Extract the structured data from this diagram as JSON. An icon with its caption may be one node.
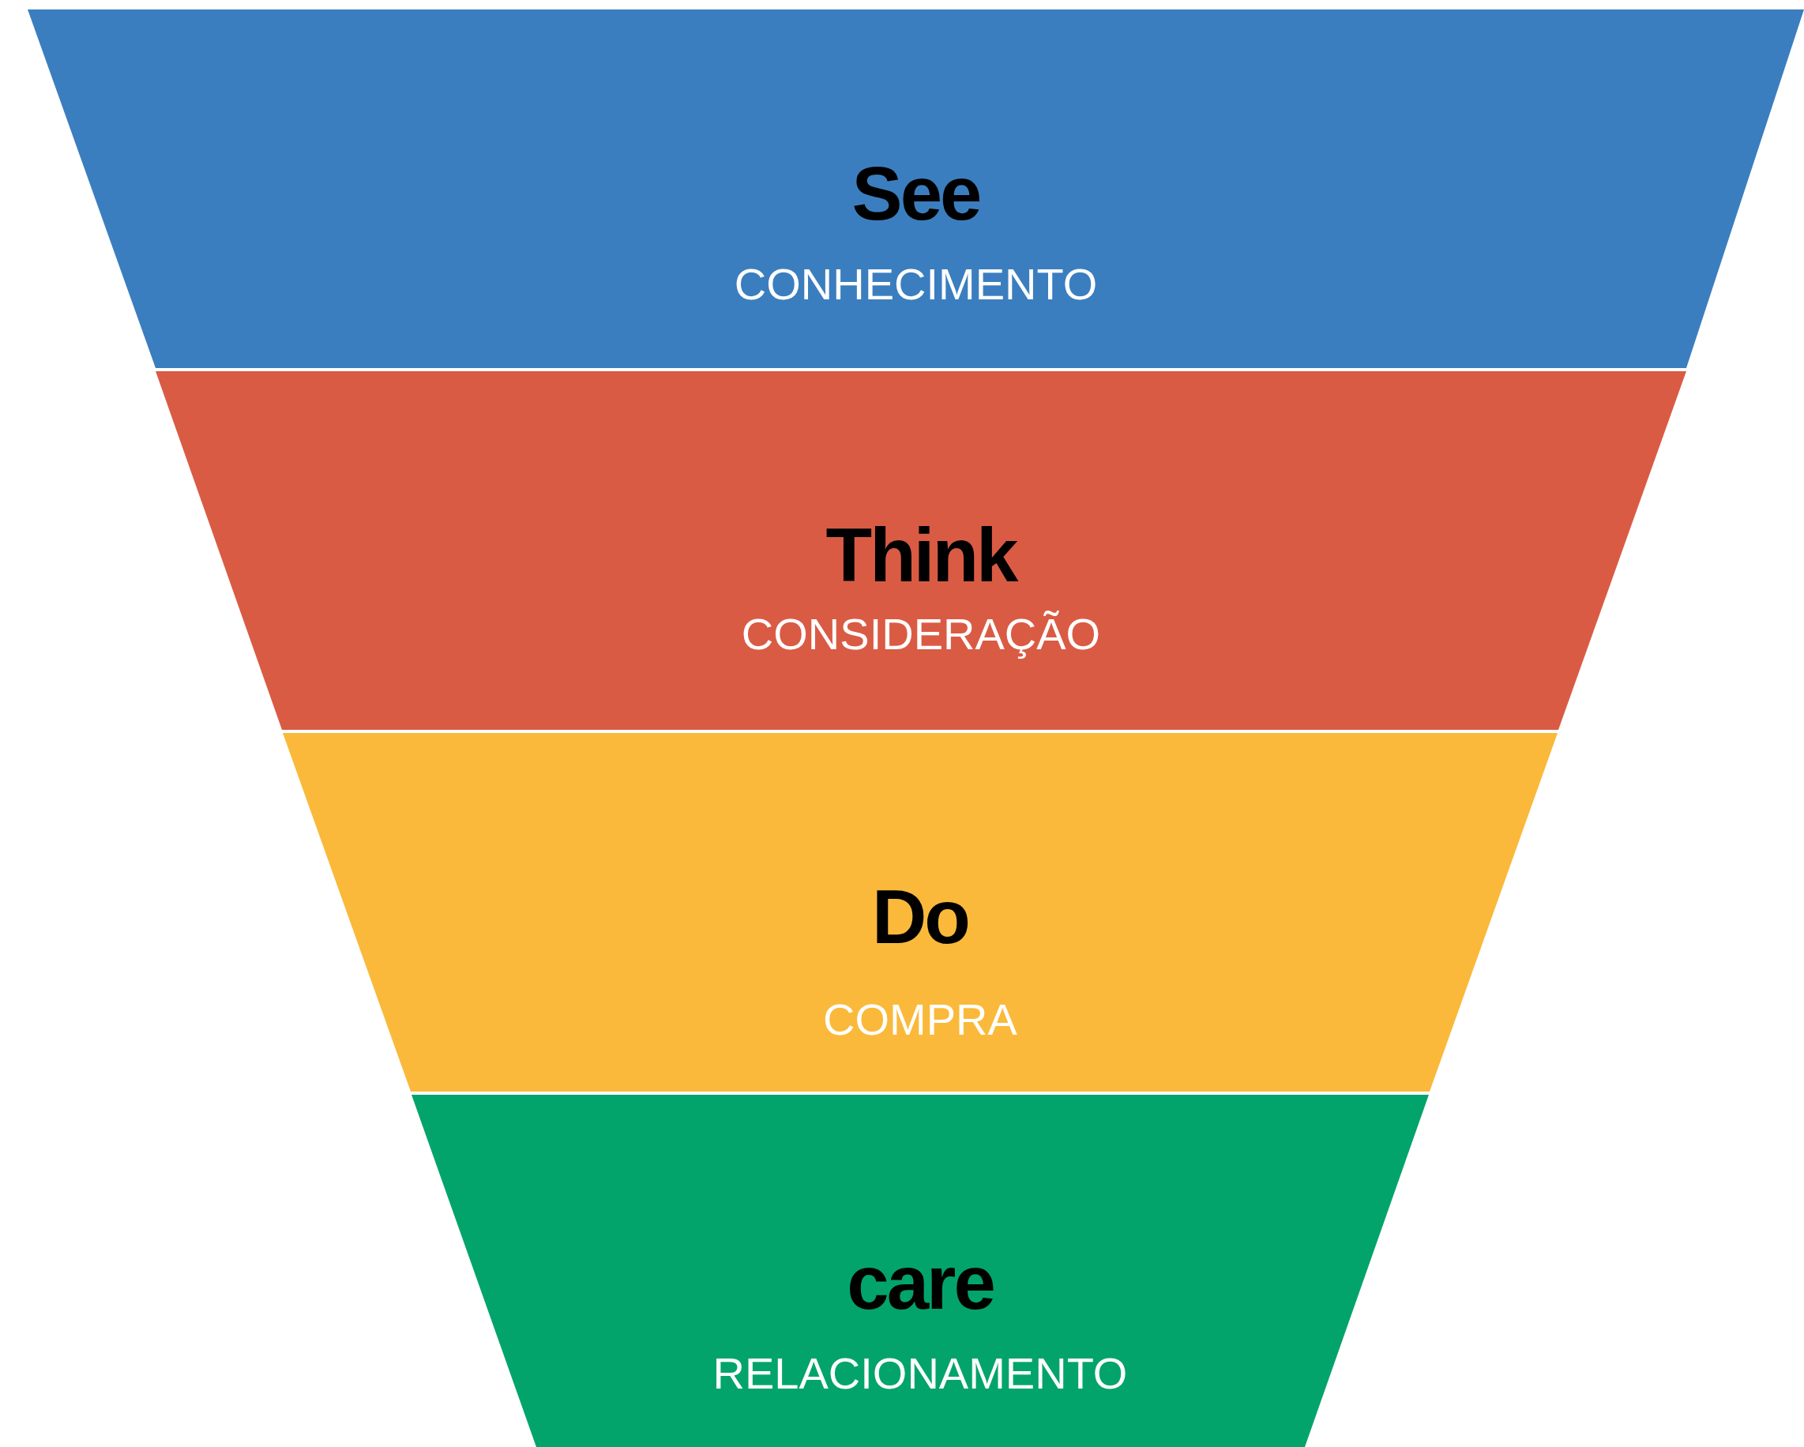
{
  "diagram": {
    "nodes": [
      {
        "text": [
          "See",
          "CONHECIMENTO"
        ]
      },
      {
        "text": [
          "Think",
          "CONSIDERAÇÃO"
        ]
      },
      {
        "text": [
          "Do",
          "COMPRA"
        ]
      },
      {
        "text": [
          "care",
          "RELACIONAMENTO"
        ]
      }
    ]
  }
}
